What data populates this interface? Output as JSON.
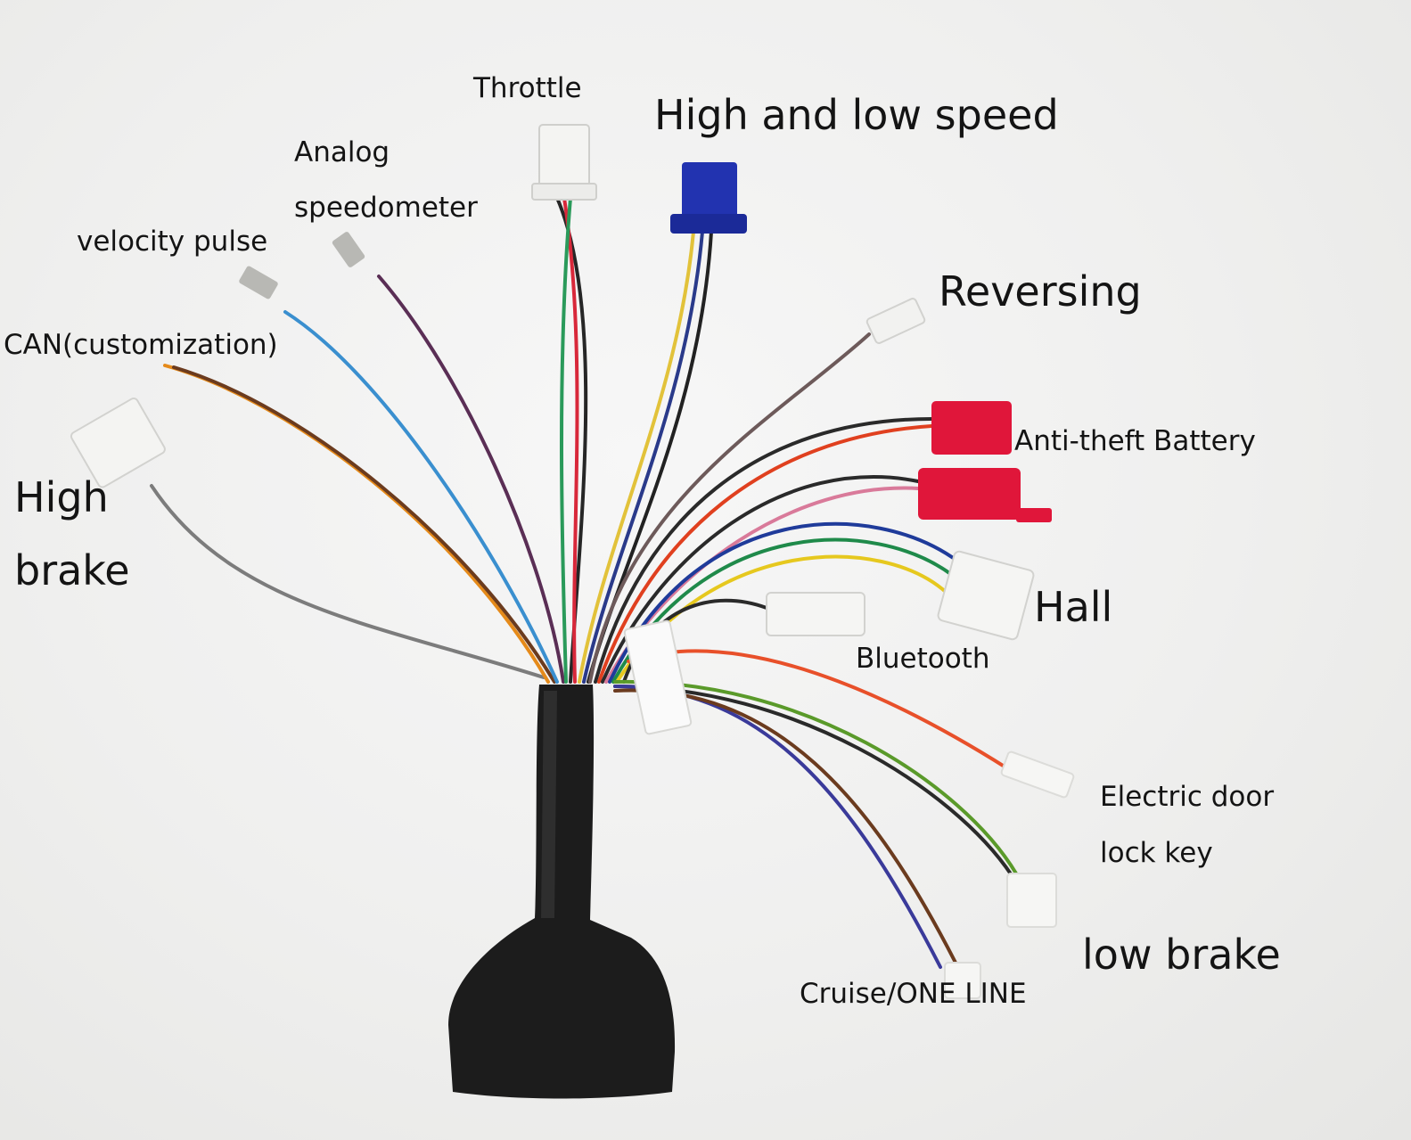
{
  "labels": {
    "throttle": "Throttle",
    "high_low_speed": "High and low speed",
    "analog_line1": "Analog",
    "analog_line2": "speedometer",
    "velocity_pulse": "velocity pulse",
    "can": "CAN(customization)",
    "high_brake_line1": "High",
    "high_brake_line2": "brake",
    "reversing": "Reversing",
    "anti_theft": "Anti-theft Battery",
    "hall": "Hall",
    "bluetooth": "Bluetooth",
    "door_lock_line1": "Electric door",
    "door_lock_line2": "lock key",
    "low_brake": "low brake",
    "cruise": "Cruise/ONE LINE"
  },
  "colors": {
    "background": "#efefee",
    "controller_body": "#1c1c1c",
    "connector_white": "#f4f4f2",
    "connector_blue": "#2233b0",
    "connector_red": "#e0163a"
  }
}
